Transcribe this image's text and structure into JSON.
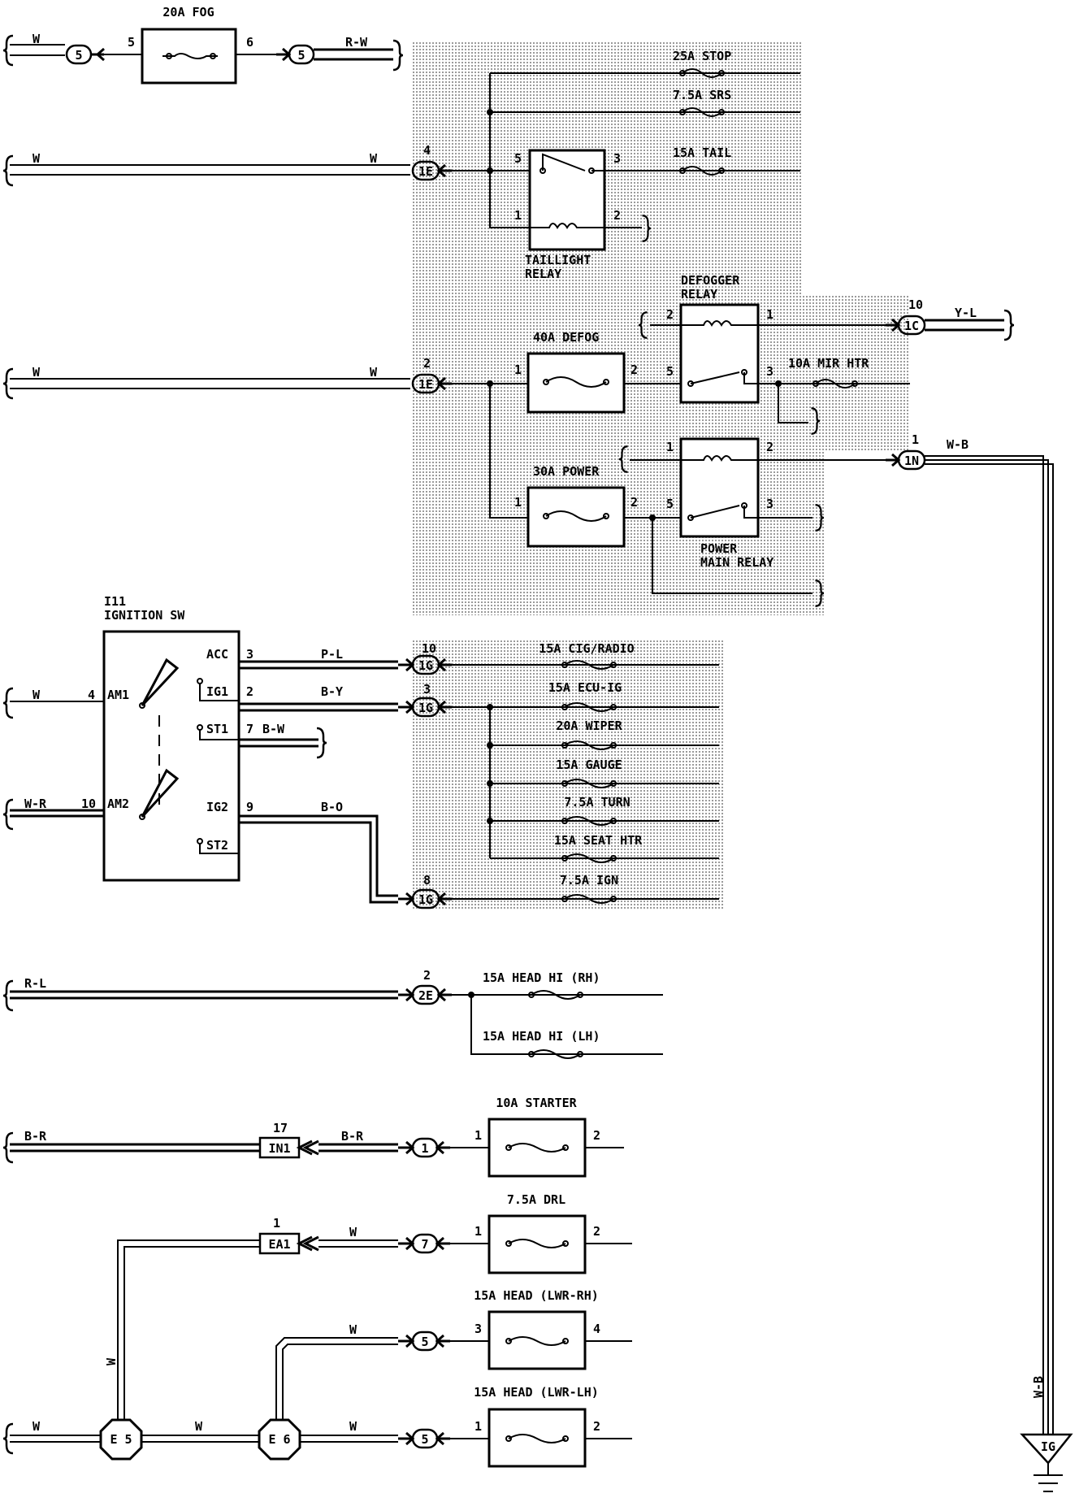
{
  "fog": {
    "left_wire": "W",
    "conn_left": "5",
    "pin_left": "5",
    "fuse": "20A FOG",
    "pin_right": "6",
    "conn_right": "5",
    "right_wire": "R-W"
  },
  "tail": {
    "left_wire": "W",
    "conn_pin": "4",
    "conn": "1E",
    "fuse_stop": "25A STOP",
    "fuse_srs": "7.5A SRS",
    "fuse_tail": "15A TAIL",
    "relay_pin5": "5",
    "relay_pin3": "3",
    "relay_pin1": "1",
    "relay_pin2": "2",
    "relay_line1": "TAILLIGHT",
    "relay_line2": "RELAY"
  },
  "defog": {
    "left_wire": "W",
    "conn_pin": "2",
    "conn": "1E",
    "fuse_defog": "40A DEFOG",
    "fuse_pin1": "1",
    "fuse_pin2": "2",
    "relay_line1": "DEFOGGER",
    "relay_line2": "RELAY",
    "relay_pin2": "2",
    "relay_pin1": "1",
    "relay_pin5": "5",
    "relay_pin3": "3",
    "conn_right": "1C",
    "conn_right_pin": "10",
    "right_wire": "Y-L",
    "fuse_mir": "10A MIR  HTR",
    "fuse_power": "30A POWER",
    "power_pin1": "1",
    "power_pin2": "2",
    "pmr_pin1": "1",
    "pmr_pin2": "2",
    "pmr_pin5": "5",
    "pmr_pin3": "3",
    "conn_1n": "1N",
    "conn_1n_pin": "1",
    "wb_wire": "W-B",
    "pmr_line1": "POWER",
    "pmr_line2": "MAIN RELAY"
  },
  "ground": {
    "label": "IG"
  },
  "ign": {
    "id": "I11",
    "name": "IGNITION SW",
    "am1_wire": "W",
    "am1_pin": "4",
    "am1": "AM1",
    "am2_wire": "W-R",
    "am2_pin": "10",
    "am2": "AM2",
    "acc": "ACC",
    "ig1": "IG1",
    "st1": "ST1",
    "ig2": "IG2",
    "st2": "ST2",
    "acc_pin": "3",
    "acc_wire": "P-L",
    "ig1_pin": "2",
    "ig1_wire": "B-Y",
    "st1_pin": "7",
    "st1_wire": "B-W",
    "ig2_pin": "9",
    "ig2_wire": "B-O"
  },
  "igblock": {
    "acc_pin": "10",
    "ig1_pin": "3",
    "ig2_pin": "8",
    "conn": "1G",
    "fuses": [
      "15A CIG/RADIO",
      "15A ECU-IG",
      "20A WIPER",
      "15A GAUGE",
      "7.5A TURN",
      "15A SEAT HTR",
      "7.5A IGN"
    ]
  },
  "headhi": {
    "left_wire": "R-L",
    "conn_pin": "2",
    "conn": "2E",
    "fuse_rh": "15A HEAD HI (RH)",
    "fuse_lh": "15A HEAD HI (LH)"
  },
  "starter": {
    "left_wire": "B-R",
    "in1_pin": "17",
    "in1": "IN1",
    "conn": "1",
    "pin1": "1",
    "pin2": "2",
    "fuse": "10A STARTER"
  },
  "drl": {
    "ea1_pin": "1",
    "ea1": "EA1",
    "wire": "W",
    "conn": "7",
    "pin1": "1",
    "pin2": "2",
    "fuse": "7.5A DRL"
  },
  "lwr": {
    "conn": "5",
    "rh_pin_in": "3",
    "rh_pin_out": "4",
    "fuse_rh": "15A HEAD (LWR-RH)",
    "lh_pin_in": "1",
    "lh_pin_out": "2",
    "fuse_lh": "15A HEAD (LWR-LH)",
    "e5": "E 5",
    "e6": "E 6"
  }
}
